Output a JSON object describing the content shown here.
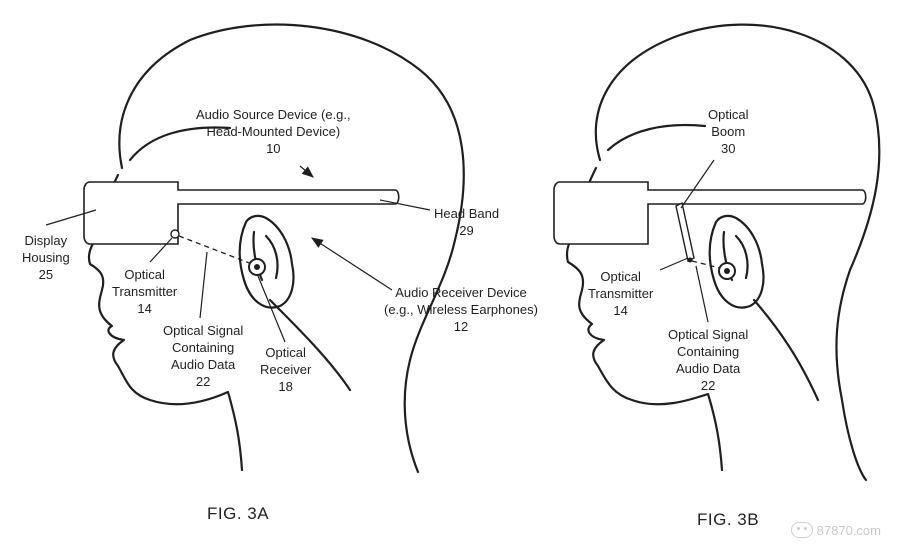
{
  "fig3a": {
    "caption": "FIG. 3A",
    "labels": {
      "audio_source": [
        "Audio Source Device (e.g.,",
        "Head-Mounted Device)",
        "10"
      ],
      "head_band": [
        "Head Band",
        "29"
      ],
      "display_housing": [
        "Display",
        "Housing",
        "25"
      ],
      "optical_transmitter": [
        "Optical",
        "Transmitter",
        "14"
      ],
      "audio_receiver": [
        "Audio Receiver Device",
        "(e.g., Wireless Earphones)",
        "12"
      ],
      "optical_signal": [
        "Optical Signal",
        "Containing",
        "Audio Data",
        "22"
      ],
      "optical_receiver": [
        "Optical",
        "Receiver",
        "18"
      ]
    }
  },
  "fig3b": {
    "caption": "FIG. 3B",
    "labels": {
      "optical_boom": [
        "Optical",
        "Boom",
        "30"
      ],
      "optical_transmitter": [
        "Optical",
        "Transmitter",
        "14"
      ],
      "optical_signal": [
        "Optical Signal",
        "Containing",
        "Audio Data",
        "22"
      ]
    }
  },
  "watermark": "87870.com",
  "colors": {
    "ink": "#1f1f1f",
    "watermark": "#c8c8c8"
  }
}
